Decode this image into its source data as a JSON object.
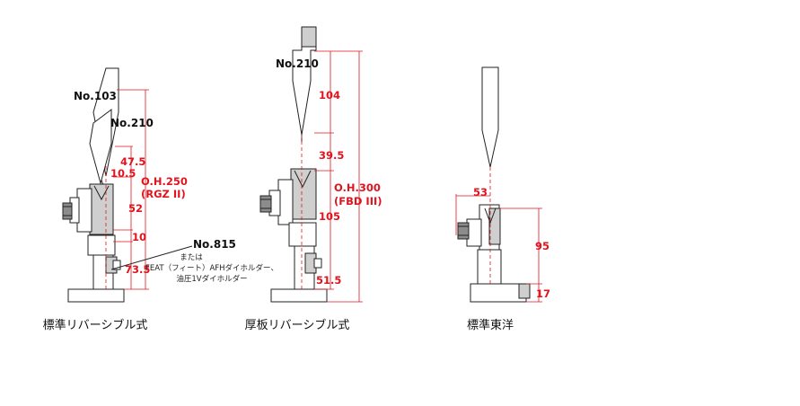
{
  "figure1": {
    "labels": {
      "punch_a": "No.103",
      "punch_b": "No.210",
      "holder": "No.815"
    },
    "holder_note": [
      "または",
      "FEAT（フィート）AFHダイホルダー、",
      "油圧1Vダイホルダー"
    ],
    "dimensions": [
      "47.5",
      "10.5",
      "52",
      "10",
      "73.5"
    ],
    "overall": [
      "O.H.250",
      "(RGZ II)"
    ],
    "caption": "標準リバーシブル式"
  },
  "figure2": {
    "labels": {
      "punch": "No.210"
    },
    "dimensions": [
      "104",
      "39.5",
      "105",
      "51.5"
    ],
    "overall": [
      "O.H.300",
      "(FBD III)"
    ],
    "caption": "厚板リバーシブル式"
  },
  "figure3": {
    "dimensions": [
      "53",
      "95",
      "17"
    ],
    "caption": "標準東洋"
  },
  "colors": {
    "dimension": "#e0141e",
    "outline": "#222222",
    "part_gray": "#cfcfcf"
  }
}
